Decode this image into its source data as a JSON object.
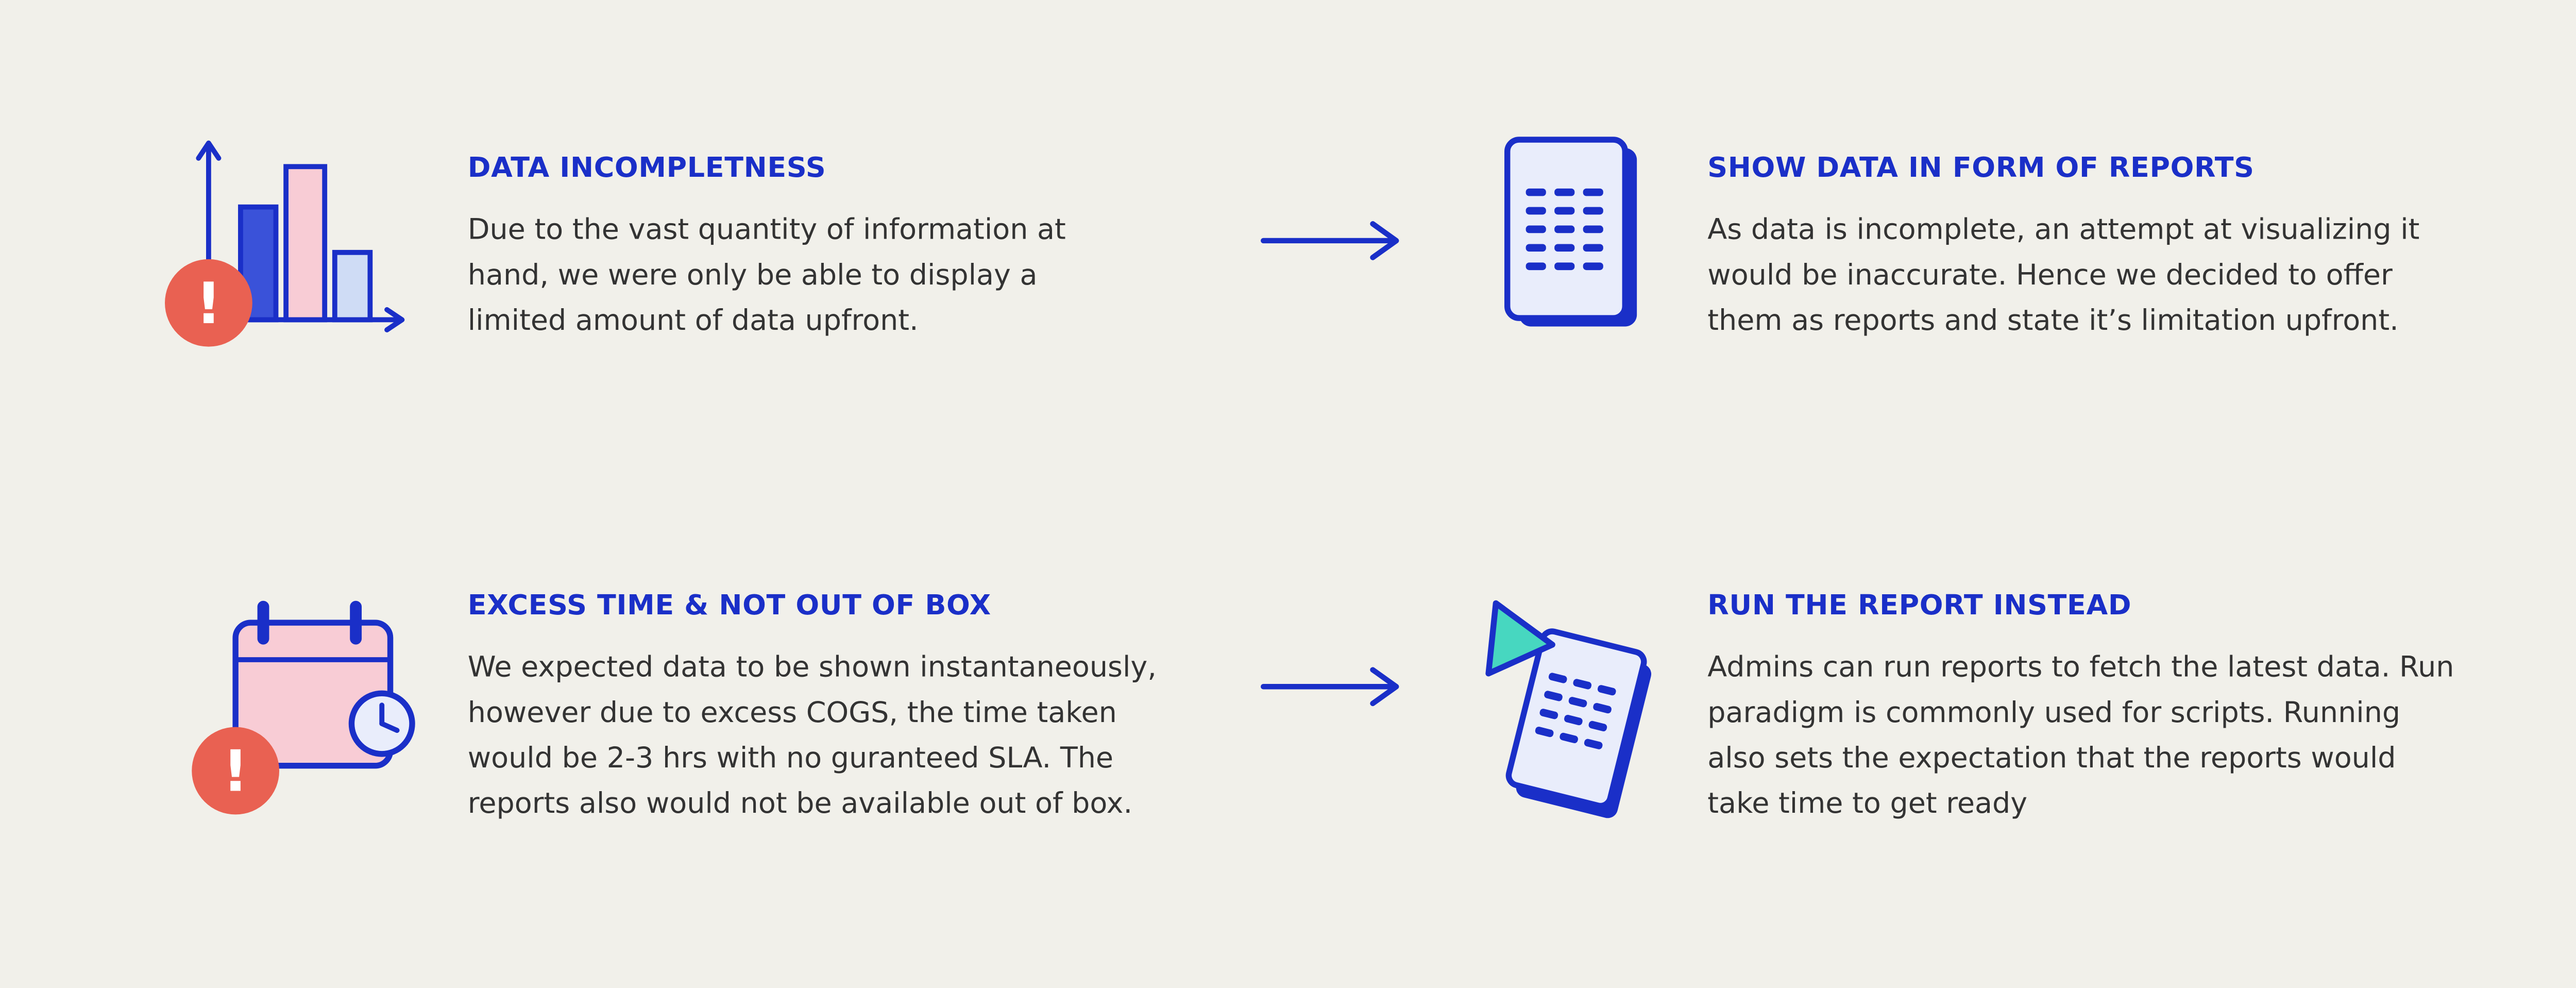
{
  "palette": {
    "background": "#f1f0ea",
    "accent_blue": "#1a2fc8",
    "badge_red": "#e96152",
    "pink_fill": "#f8ccd5",
    "light_blue_fill": "#cfdcf5",
    "doc_fill": "#e9edfb",
    "teal_fill": "#47d7c0",
    "body_text": "#333333"
  },
  "rows": [
    {
      "problem": {
        "icon": "bar-chart-warning-icon",
        "title": "DATA INCOMPLETNESS",
        "body": "Due to the vast quantity of information at\nhand, we were only be able to display a\nlimited amount of data upfront."
      },
      "arrow_icon": "right-arrow-icon",
      "solution": {
        "icon": "report-document-icon",
        "title": "SHOW DATA IN FORM OF REPORTS",
        "body": "As data is incomplete, an attempt at visualizing it\nwould be inaccurate. Hence we decided to offer\nthem as reports and state it’s limitation upfront."
      }
    },
    {
      "problem": {
        "icon": "calendar-warning-icon",
        "title": "EXCESS TIME & NOT OUT OF BOX",
        "body": "We expected data to be shown instantaneously,\nhowever due to excess COGS, the time taken\nwould be 2-3 hrs with no guranteed SLA. The\nreports also would not be available out of box."
      },
      "arrow_icon": "right-arrow-icon",
      "solution": {
        "icon": "run-report-icon",
        "title": "RUN THE REPORT INSTEAD",
        "body": "Admins can run reports to fetch the latest data. Run\nparadigm is commonly used for scripts. Running\nalso sets the expectation that the reports would\ntake time to get ready"
      }
    }
  ]
}
